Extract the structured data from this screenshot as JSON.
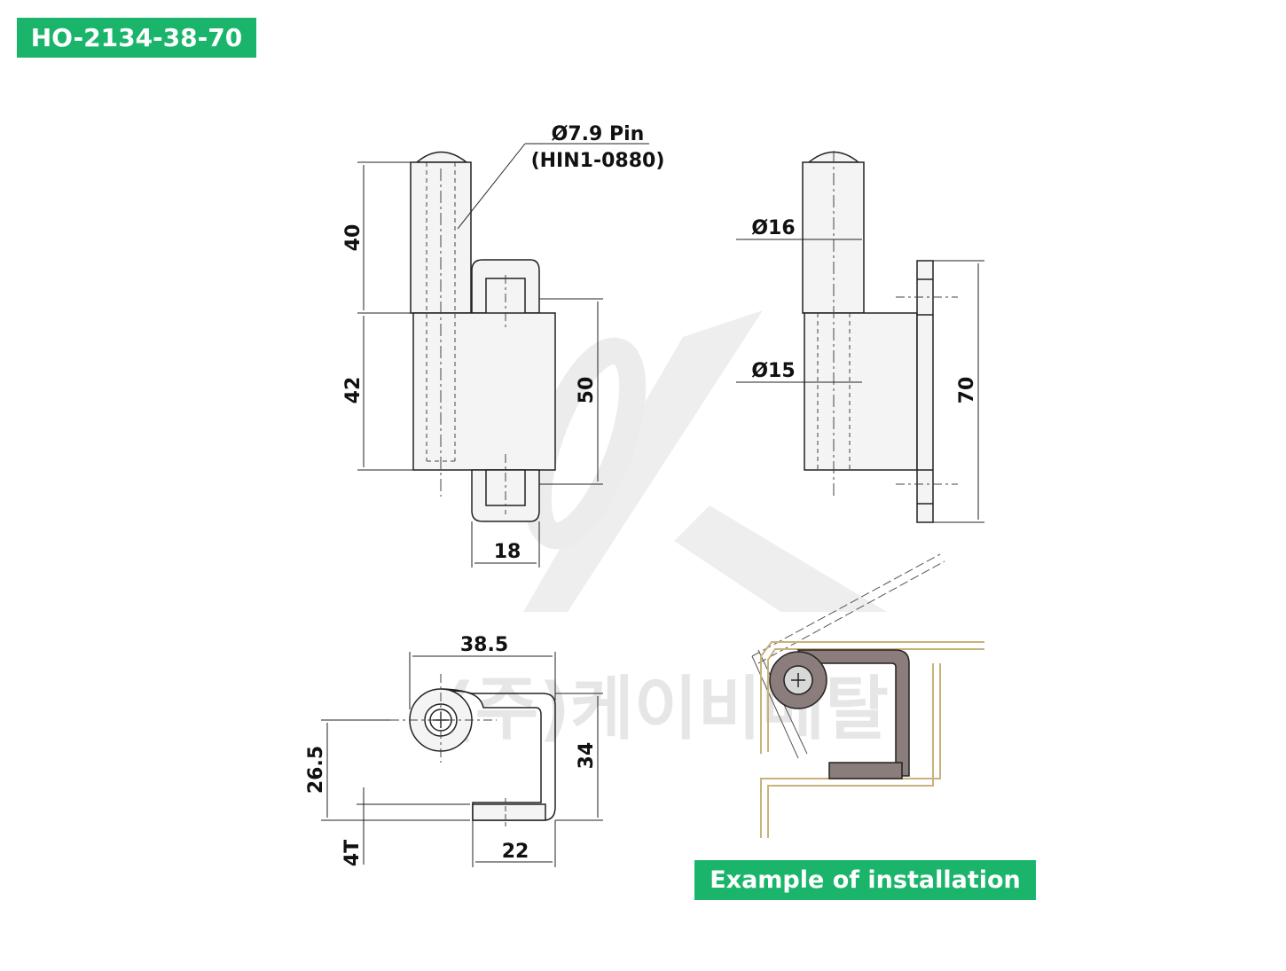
{
  "header": {
    "part_number": "HO-2134-38-70"
  },
  "footer": {
    "install_label": "Example of installation"
  },
  "watermark": {
    "text": "(주)케이비메탈"
  },
  "annotations": {
    "pin_label": "Ø7.9 Pin",
    "pin_part": "(HIN1-0880)",
    "front": {
      "pin_length": "40",
      "body_length": "42",
      "leaf_height": "50",
      "leaf_width": "18"
    },
    "side": {
      "pin_dia": "Ø16",
      "body_dia": "Ø15",
      "plate_height": "70"
    },
    "top": {
      "width": "38.5",
      "eye_height": "26.5",
      "height": "34",
      "foot": "22",
      "thickness": "4T"
    }
  },
  "colors": {
    "tag_green": "#1ab56b",
    "line": "#222222",
    "fill": "#f2f2f2",
    "hinge_fill": "#8a7d7b",
    "frame_line": "#c9b27a"
  }
}
